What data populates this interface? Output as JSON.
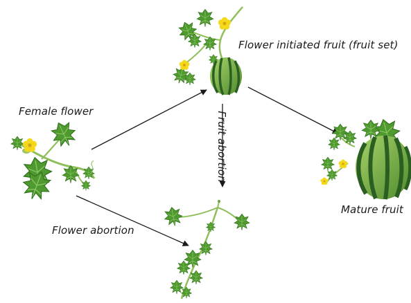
{
  "labels": {
    "female_flower": "Female flower",
    "fruit_set": "Flower initiated fruit (fruit set)",
    "mature_fruit": "Mature fruit",
    "flower_abortion": "Flower abortion",
    "fruit_abortion": "Fruit abortion"
  },
  "nodes": [
    {
      "id": "female-flower",
      "picture": "watermelon vine with yellow female flower"
    },
    {
      "id": "fruit-set",
      "picture": "vine with small striped watermelon and flowers"
    },
    {
      "id": "mature-fruit",
      "picture": "large striped watermelon with leaves"
    },
    {
      "id": "aborted",
      "picture": "bare vine with leaves, no flower or fruit"
    }
  ],
  "edges": [
    {
      "from": "female-flower",
      "to": "fruit-set"
    },
    {
      "from": "fruit-set",
      "to": "mature-fruit"
    },
    {
      "from": "fruit-set",
      "to": "aborted",
      "label": "Fruit abortion"
    },
    {
      "from": "female-flower",
      "to": "aborted",
      "label": "Flower abortion"
    }
  ],
  "colors": {
    "leaf": "#4f9a2e",
    "leaf_dark": "#2f6f1c",
    "stem": "#8fbf5a",
    "flower": "#f4d81a",
    "melon_light": "#7fb447",
    "melon_dark": "#2b5f22",
    "arrow": "#1a1a1a"
  }
}
